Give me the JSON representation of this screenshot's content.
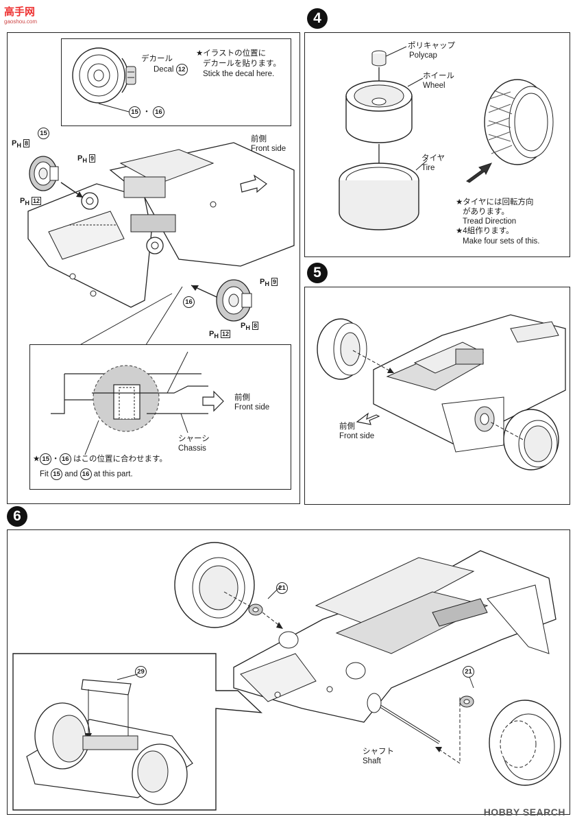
{
  "watermark_top": {
    "title": "高手网",
    "subtitle": "gaoshou.com"
  },
  "watermark_bottom": {
    "brand": "HOBBY SEARCH"
  },
  "step3": {
    "decal_inset": {
      "decal_jp": "デカール",
      "decal_en": "Decal",
      "decal_num": "12",
      "note_jp_line1": "★イラストの位置に",
      "note_jp_line2": "デカールを貼ります。",
      "note_en": "Stick the decal here.",
      "parts_a": "15",
      "parts_sep": "・",
      "parts_b": "16"
    },
    "part15_label": "15",
    "part16_label": "16",
    "ph_prefix": "P",
    "ph_sub": "H",
    "ph8": "8",
    "ph9": "9",
    "ph12": "12",
    "front_jp": "前側",
    "front_en": "Front side",
    "detail_inset": {
      "front_jp": "前側",
      "front_en": "Front side",
      "chassis_jp": "シャーシ",
      "chassis_en": "Chassis",
      "note_jp_part": "はこの位置に合わせます。",
      "note_en_fit": "Fit",
      "note_en_and": "and",
      "note_en_tail": "at this part.",
      "p15": "15",
      "p16": "16",
      "sep": "・"
    }
  },
  "step4": {
    "number": "4",
    "polycap_jp": "ポリキャップ",
    "polycap_en": "Polycap",
    "wheel_jp": "ホイール",
    "wheel_en": "Wheel",
    "tire_jp": "タイヤ",
    "tire_en": "Tire",
    "note1_jp_line1": "★タイヤには回転方向",
    "note1_jp_line2": "があります。",
    "note1_en": "Tread Direction",
    "note2_jp": "★4組作ります。",
    "note2_en": "Make four sets of this."
  },
  "step5": {
    "number": "5",
    "front_jp": "前側",
    "front_en": "Front side"
  },
  "step6": {
    "number": "6",
    "part21_a": "21",
    "part21_b": "21",
    "part29": "29",
    "shaft_jp": "シャフト",
    "shaft_en": "Shaft"
  }
}
